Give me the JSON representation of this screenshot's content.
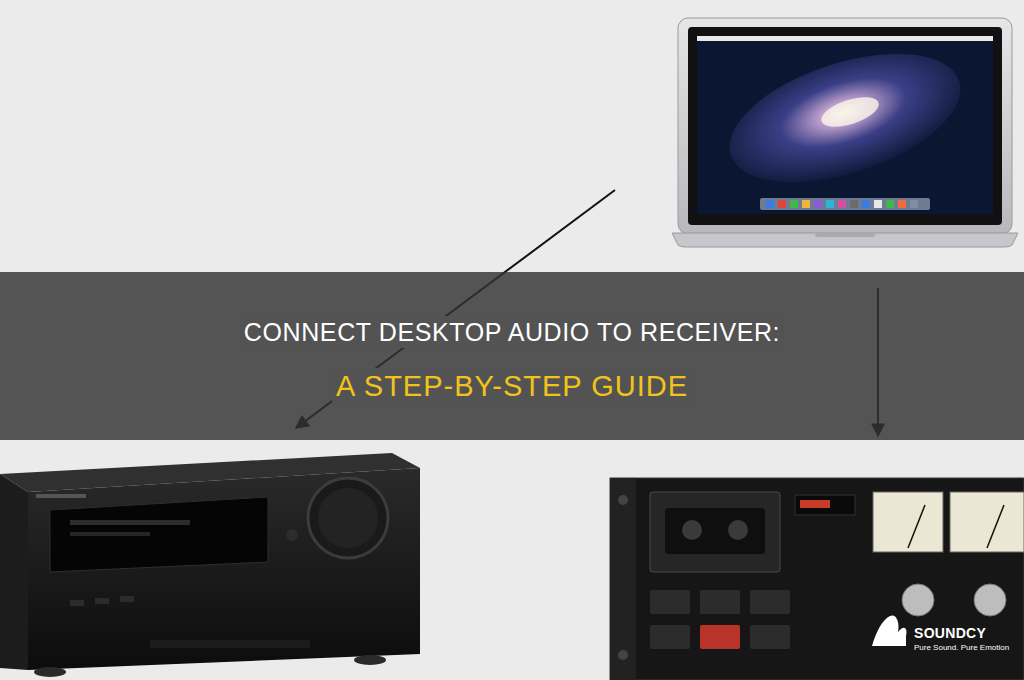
{
  "diagram": {
    "title": "CONNECT DESKTOP AUDIO TO RECEIVER:",
    "labels": [
      "A STEP-BY-STEP GUIDE",
      "SOUNDCY",
      "Pure Sound. Pure Emotion"
    ]
  }
}
